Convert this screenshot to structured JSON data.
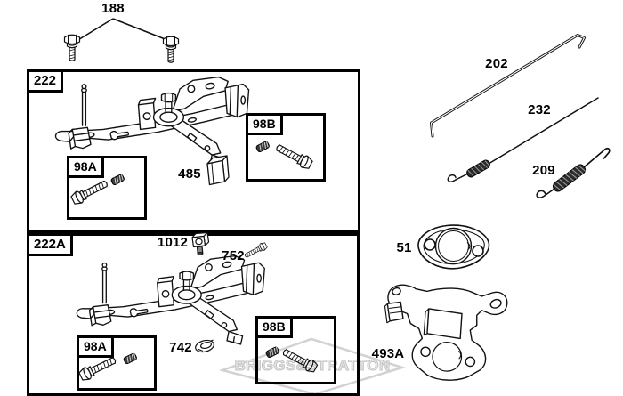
{
  "watermark": {
    "text": "BRIGGS&STRATTON"
  },
  "panels": {
    "upper": {
      "label": "222",
      "insets": {
        "a": "98A",
        "b": "98B"
      },
      "parts": {
        "block": "485"
      }
    },
    "lower": {
      "label": "222A",
      "insets": {
        "a": "98A",
        "b": "98B"
      },
      "parts": {
        "cube": "1012",
        "screw": "752",
        "clip": "742"
      }
    }
  },
  "loose_parts": {
    "mounting_bolts": "188",
    "governor_link_rod": "202",
    "throttle_link_rod": "232",
    "governed_idle_spring": "209",
    "carburetor_gasket": "51",
    "control_bracket": "493A"
  }
}
